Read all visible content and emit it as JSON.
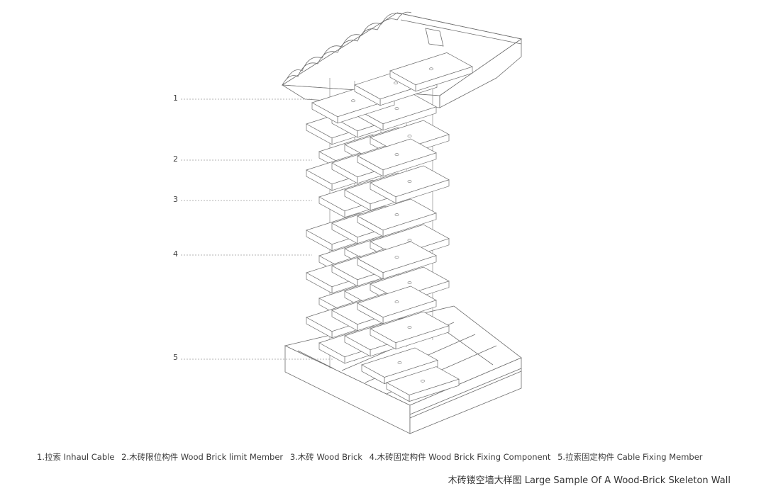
{
  "callouts": [
    {
      "number": "1",
      "name": "inhaul-cable"
    },
    {
      "number": "2",
      "name": "wood-brick-limit-member"
    },
    {
      "number": "3",
      "name": "wood-brick"
    },
    {
      "number": "4",
      "name": "wood-brick-fixing-component"
    },
    {
      "number": "5",
      "name": "cable-fixing-member"
    }
  ],
  "legend": [
    "1.拉索 Inhaul Cable",
    "2.木砖限位构件 Wood Brick limit Member",
    "3.木砖 Wood Brick",
    "4.木砖固定构件 Wood Brick Fixing Component",
    "5.拉索固定构件 Cable Fixing Member"
  ],
  "caption": "木砖镂空墙大样图 Large Sample Of A Wood-Brick Skeleton Wall",
  "colors": {
    "line": "#6e6e6e",
    "leader": "#9a9a9a",
    "fill": "#ffffff"
  }
}
